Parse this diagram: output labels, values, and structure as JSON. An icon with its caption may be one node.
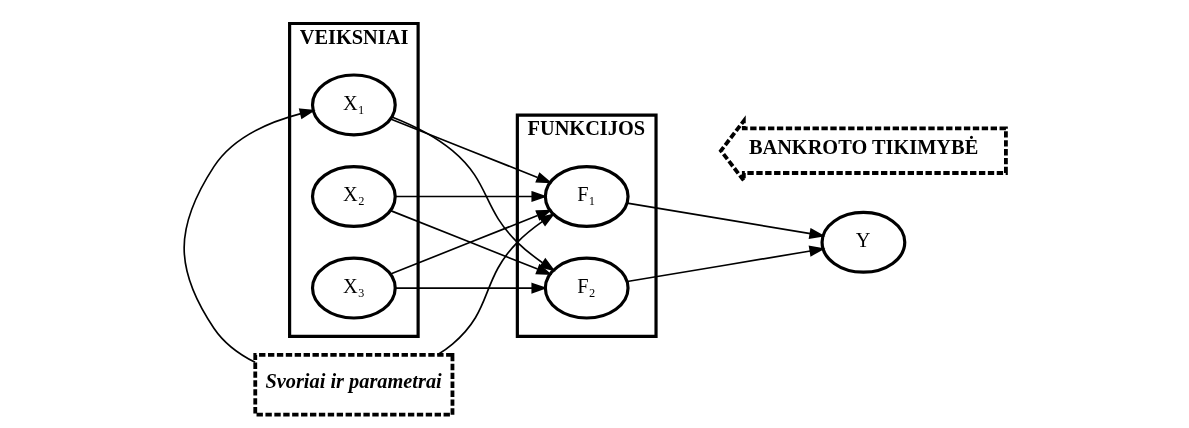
{
  "diagram": {
    "nodes": [
      {
        "text": [
          "VEIKSNIAI"
        ]
      },
      {
        "text": [
          "X₁"
        ],
        "in": 0
      },
      {
        "text": [
          "X₂"
        ],
        "in": 0
      },
      {
        "text": [
          "X₃"
        ],
        "in": 0
      },
      {
        "text": [
          "Svoriai ir parametrai"
        ]
      },
      {
        "text": [
          "FUNKCIJOS"
        ]
      },
      {
        "text": [
          "F₁"
        ],
        "in": 5
      },
      {
        "text": [
          "F₂"
        ],
        "in": 5
      },
      {
        "text": [
          "Y"
        ]
      },
      {
        "text": [
          "BANKROTO TIKIMYBĖ"
        ]
      }
    ],
    "edges": [
      {
        "from": 4,
        "to": 1,
        "arrow": "to"
      },
      {
        "from": 4,
        "to": 6,
        "arrow": "to"
      },
      {
        "from": 1,
        "to": 6,
        "arrow": "to"
      },
      {
        "from": 1,
        "to": 7,
        "arrow": "to"
      },
      {
        "from": 2,
        "to": 6,
        "arrow": "to"
      },
      {
        "from": 2,
        "to": 7,
        "arrow": "to"
      },
      {
        "from": 3,
        "to": 6,
        "arrow": "to"
      },
      {
        "from": 3,
        "to": 7,
        "arrow": "to"
      },
      {
        "from": 6,
        "to": 8,
        "arrow": "to"
      },
      {
        "from": 7,
        "to": 8,
        "arrow": "to"
      }
    ]
  }
}
